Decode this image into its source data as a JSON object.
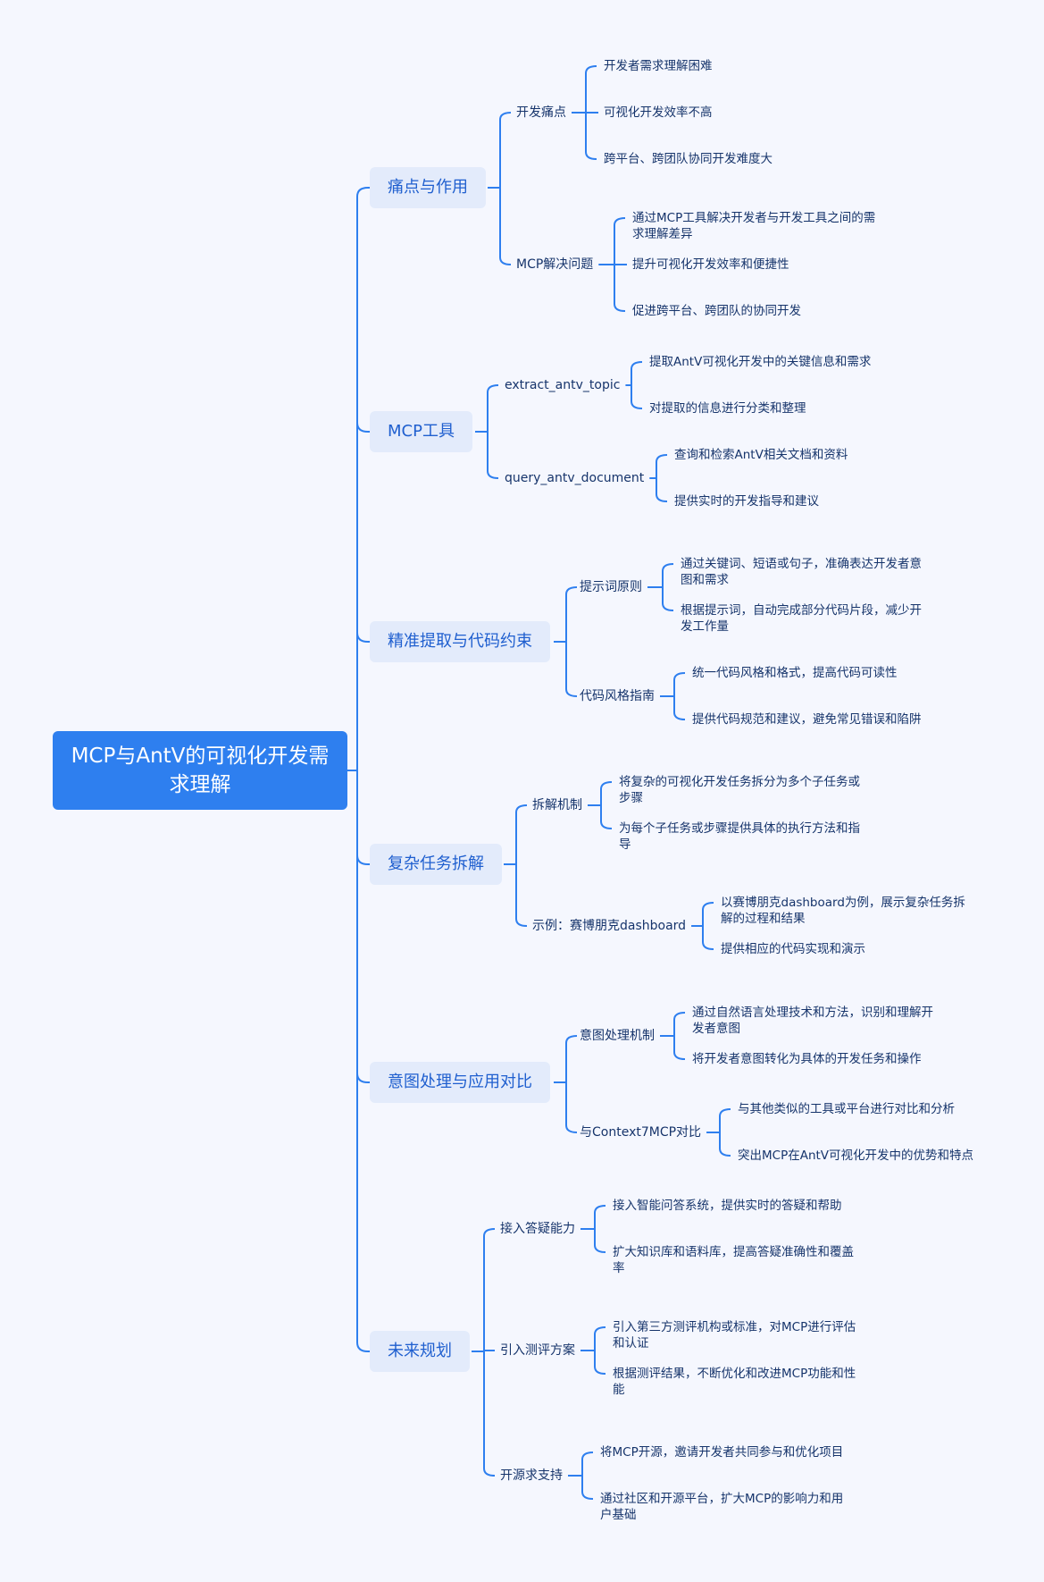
{
  "palette": {
    "background": "#f5f7fe",
    "root": "#2e7fef",
    "branch_fill": "#e3ebfb",
    "branch_text": "#1f5fcf",
    "link": "#2e7fef",
    "text": "#16346b"
  },
  "root": {
    "label": "MCP与AntV的可视化开发需求理解",
    "children": [
      {
        "label": "痛点与作用",
        "children": [
          {
            "label": "开发痛点",
            "children": [
              {
                "label": "开发者需求理解困难"
              },
              {
                "label": "可视化开发效率不高"
              },
              {
                "label": "跨平台、跨团队协同开发难度大"
              }
            ]
          },
          {
            "label": "MCP解决问题",
            "children": [
              {
                "label": "通过MCP工具解决开发者与开发工具之间的需求理解差异"
              },
              {
                "label": "提升可视化开发效率和便捷性"
              },
              {
                "label": "促进跨平台、跨团队的协同开发"
              }
            ]
          }
        ]
      },
      {
        "label": "MCP工具",
        "children": [
          {
            "label": "extract_antv_topic",
            "children": [
              {
                "label": "提取AntV可视化开发中的关键信息和需求"
              },
              {
                "label": "对提取的信息进行分类和整理"
              }
            ]
          },
          {
            "label": "query_antv_document",
            "children": [
              {
                "label": "查询和检索AntV相关文档和资料"
              },
              {
                "label": "提供实时的开发指导和建议"
              }
            ]
          }
        ]
      },
      {
        "label": "精准提取与代码约束",
        "children": [
          {
            "label": "提示词原则",
            "children": [
              {
                "label": "通过关键词、短语或句子，准确表达开发者意图和需求"
              },
              {
                "label": "根据提示词，自动完成部分代码片段，减少开发工作量"
              }
            ]
          },
          {
            "label": "代码风格指南",
            "children": [
              {
                "label": "统一代码风格和格式，提高代码可读性"
              },
              {
                "label": "提供代码规范和建议，避免常见错误和陷阱"
              }
            ]
          }
        ]
      },
      {
        "label": "复杂任务拆解",
        "children": [
          {
            "label": "拆解机制",
            "children": [
              {
                "label": "将复杂的可视化开发任务拆分为多个子任务或步骤"
              },
              {
                "label": "为每个子任务或步骤提供具体的执行方法和指导"
              }
            ]
          },
          {
            "label": "示例：赛博朋克dashboard",
            "children": [
              {
                "label": "以赛博朋克dashboard为例，展示复杂任务拆解的过程和结果"
              },
              {
                "label": "提供相应的代码实现和演示"
              }
            ]
          }
        ]
      },
      {
        "label": "意图处理与应用对比",
        "children": [
          {
            "label": "意图处理机制",
            "children": [
              {
                "label": "通过自然语言处理技术和方法，识别和理解开发者意图"
              },
              {
                "label": "将开发者意图转化为具体的开发任务和操作"
              }
            ]
          },
          {
            "label": "与Context7MCP对比",
            "children": [
              {
                "label": "与其他类似的工具或平台进行对比和分析"
              },
              {
                "label": "突出MCP在AntV可视化开发中的优势和特点"
              }
            ]
          }
        ]
      },
      {
        "label": "未来规划",
        "children": [
          {
            "label": "接入答疑能力",
            "children": [
              {
                "label": "接入智能问答系统，提供实时的答疑和帮助"
              },
              {
                "label": "扩大知识库和语料库，提高答疑准确性和覆盖率"
              }
            ]
          },
          {
            "label": "引入测评方案",
            "children": [
              {
                "label": "引入第三方测评机构或标准，对MCP进行评估和认证"
              },
              {
                "label": "根据测评结果，不断优化和改进MCP功能和性能"
              }
            ]
          },
          {
            "label": "开源求支持",
            "children": [
              {
                "label": "将MCP开源，邀请开发者共同参与和优化项目"
              },
              {
                "label": "通过社区和开源平台，扩大MCP的影响力和用户基础"
              }
            ]
          }
        ]
      }
    ]
  }
}
